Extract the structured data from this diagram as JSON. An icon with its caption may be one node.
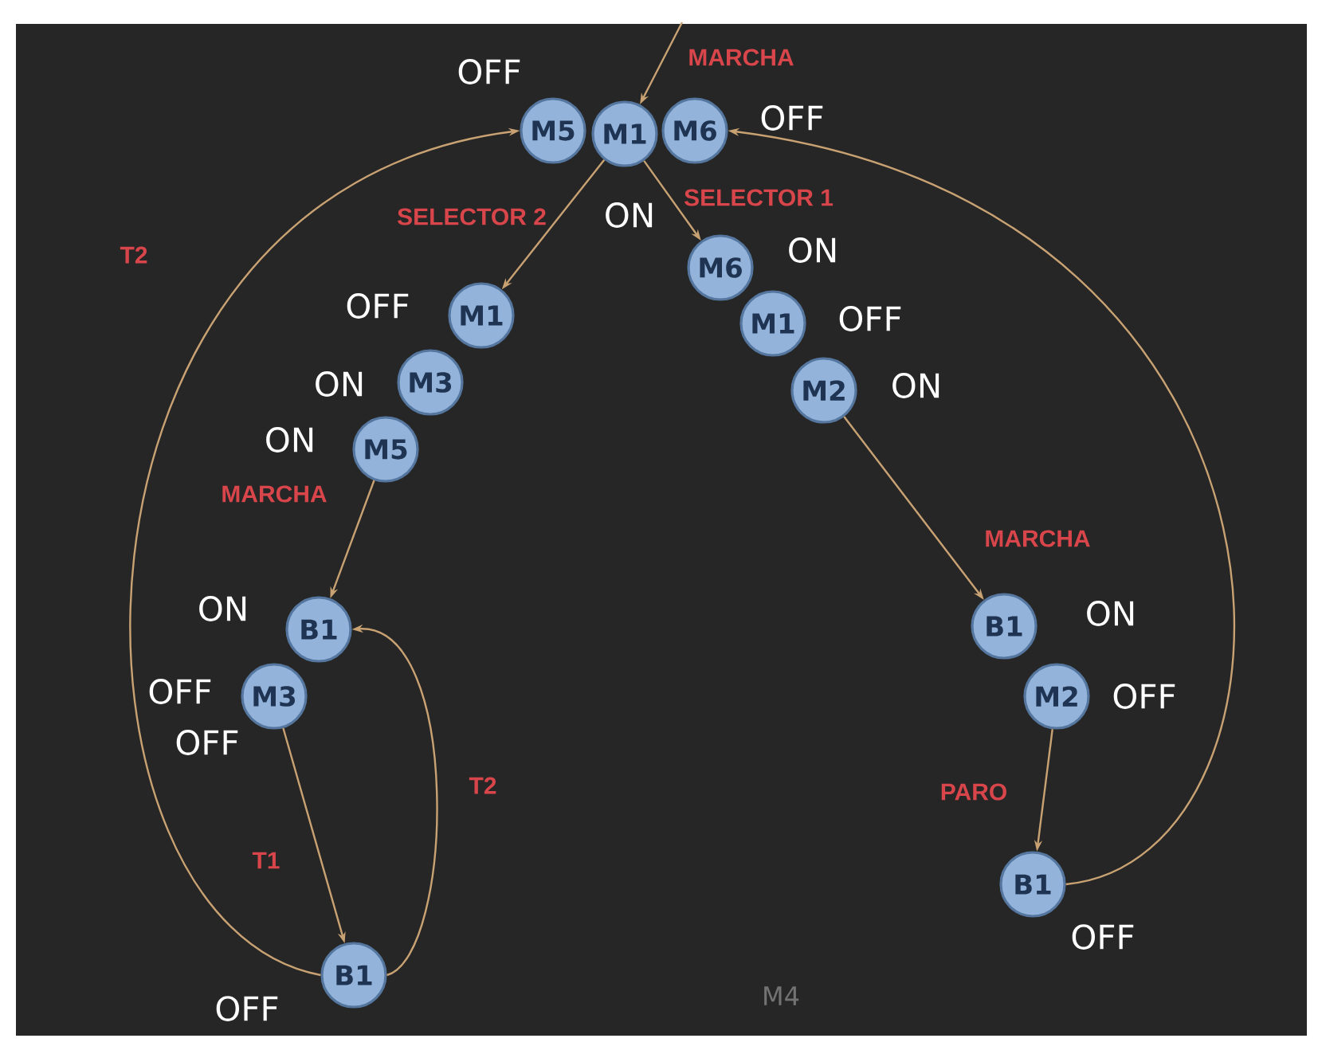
{
  "diagram": {
    "nodes": [
      {
        "text": [
          "M5"
        ],
        "beside": [
          "OFF"
        ]
      },
      {
        "text": [
          "M1"
        ],
        "beside": [
          "ON"
        ]
      },
      {
        "text": [
          "M6"
        ],
        "beside": [
          "OFF"
        ]
      },
      {
        "text": [
          "M6"
        ],
        "beside": [
          "ON"
        ]
      },
      {
        "text": [
          "M1"
        ],
        "beside": [
          "OFF"
        ]
      },
      {
        "text": [
          "M2"
        ],
        "beside": [
          "ON"
        ]
      },
      {
        "text": [
          "M1"
        ],
        "beside": [
          "OFF"
        ]
      },
      {
        "text": [
          "M3"
        ],
        "beside": [
          "ON"
        ]
      },
      {
        "text": [
          "M5"
        ],
        "beside": [
          "ON"
        ]
      },
      {
        "text": [
          "B1"
        ],
        "beside": [
          "ON"
        ]
      },
      {
        "text": [
          "M3"
        ],
        "beside": [
          "OFF"
        ]
      },
      {
        "text": [
          "B1"
        ],
        "beside": [
          "OFF"
        ]
      },
      {
        "text": [
          "B1"
        ],
        "beside": [
          "ON"
        ]
      },
      {
        "text": [
          "M2"
        ],
        "beside": [
          "OFF"
        ]
      },
      {
        "text": [
          "B1"
        ],
        "beside": [
          "OFF"
        ]
      }
    ],
    "edges": [
      {
        "from": null,
        "to": 1,
        "arrow": "to",
        "label": "MARCHA"
      },
      {
        "from": 1,
        "to": 6,
        "arrow": "to",
        "label": "SELECTOR 2"
      },
      {
        "from": 1,
        "to": 3,
        "arrow": "to",
        "label": "SELECTOR 1"
      },
      {
        "from": 8,
        "to": 9,
        "arrow": "to",
        "label": "MARCHA"
      },
      {
        "from": 5,
        "to": 12,
        "arrow": "to",
        "label": "MARCHA"
      },
      {
        "from": 10,
        "to": 11,
        "arrow": "to",
        "label": "T1"
      },
      {
        "from": 11,
        "to": 9,
        "arrow": "to",
        "label": "T2"
      },
      {
        "from": 11,
        "to": 0,
        "arrow": "to",
        "label": "T2"
      },
      {
        "from": 13,
        "to": 14,
        "arrow": "to",
        "label": "PARO"
      },
      {
        "from": 14,
        "to": 2,
        "arrow": "to"
      }
    ],
    "labels": [
      "OFF",
      "M4"
    ]
  }
}
